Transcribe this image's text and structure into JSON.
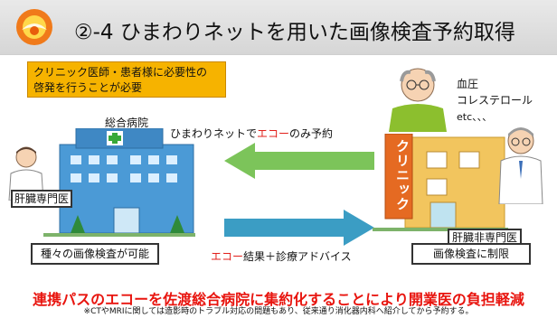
{
  "title": "②-4 ひまわりネットを用いた画像検査予約取得",
  "note": {
    "line1": "クリニック医師・患者様に必要性の",
    "line2": "啓発を行うことが必要"
  },
  "hospital": {
    "name": "総合病院",
    "specialist": "肝臓専門医",
    "capability": "種々の画像検査が可能"
  },
  "flow": {
    "top_prefix": "ひまわりネットで",
    "top_red": "エコー",
    "top_suffix": "のみ予約",
    "bottom_red": "エコー",
    "bottom_suffix": "結果＋診療アドバイス"
  },
  "clinic": {
    "sign": "クリニック",
    "doctor": "肝臓非専門医",
    "limitation": "画像検査に制限"
  },
  "patient": {
    "item1": "血圧",
    "item2": "コレステロール",
    "item3": "etc、、、"
  },
  "footer": {
    "main": "連携パスのエコーを佐渡総合病院に集約化することにより開業医の負担軽減",
    "sub": "※CTやMRIに関しては造影時のトラブル対応の問題もあり、従来通り消化器内科へ紹介してから予約する。"
  },
  "colors": {
    "accent_red": "#e8140e",
    "arrow_green": "#7cc45a",
    "arrow_blue": "#3b9dc4",
    "note_bg": "#f6b300"
  }
}
